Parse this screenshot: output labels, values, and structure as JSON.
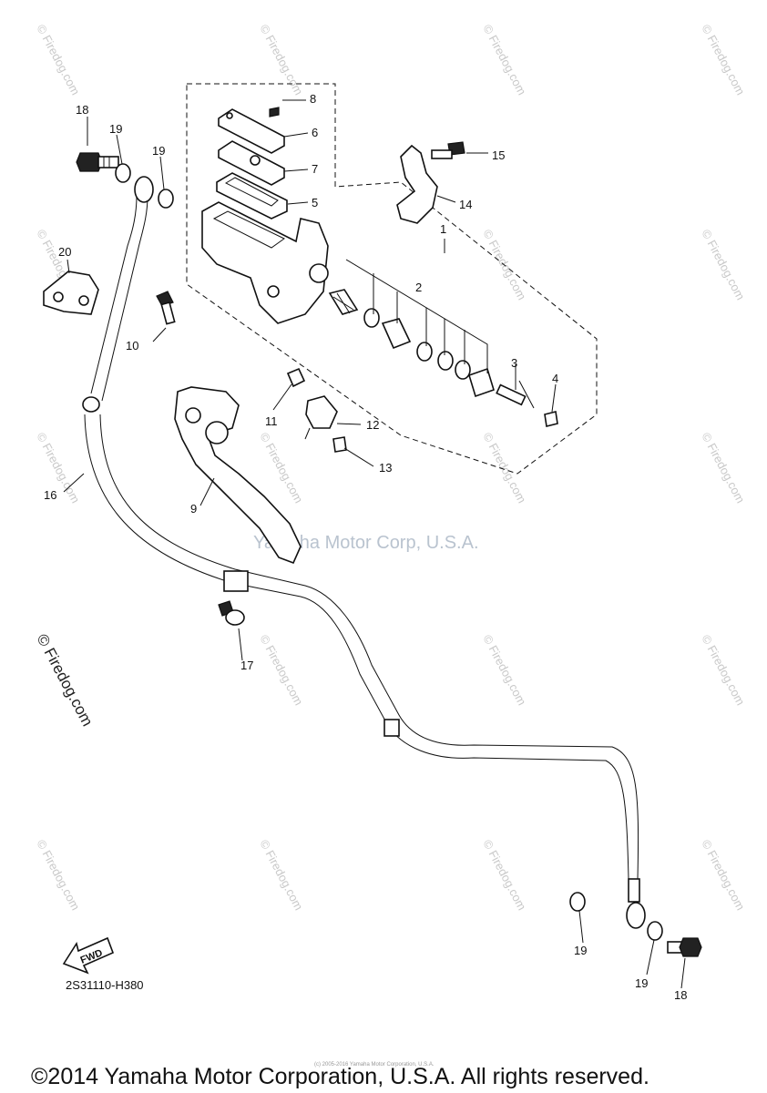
{
  "callouts": [
    {
      "id": "c1",
      "text": "1"
    },
    {
      "id": "c2",
      "text": "2"
    },
    {
      "id": "c3",
      "text": "3"
    },
    {
      "id": "c4",
      "text": "4"
    },
    {
      "id": "c5",
      "text": "5"
    },
    {
      "id": "c6",
      "text": "6"
    },
    {
      "id": "c7",
      "text": "7"
    },
    {
      "id": "c8",
      "text": "8"
    },
    {
      "id": "c9",
      "text": "9"
    },
    {
      "id": "c10",
      "text": "10"
    },
    {
      "id": "c11",
      "text": "11"
    },
    {
      "id": "c12",
      "text": "12"
    },
    {
      "id": "c13",
      "text": "13"
    },
    {
      "id": "c14",
      "text": "14"
    },
    {
      "id": "c15",
      "text": "15"
    },
    {
      "id": "c16",
      "text": "16"
    },
    {
      "id": "c17",
      "text": "17"
    },
    {
      "id": "c18a",
      "text": "18"
    },
    {
      "id": "c18b",
      "text": "18"
    },
    {
      "id": "c19a",
      "text": "19"
    },
    {
      "id": "c19b",
      "text": "19"
    },
    {
      "id": "c19c",
      "text": "19"
    },
    {
      "id": "c19d",
      "text": "19"
    },
    {
      "id": "c20",
      "text": "20"
    }
  ],
  "watermark_text": "© Firedog.com",
  "brand_watermark": "Yamaha Motor Corp, U.S.A.",
  "side_watermark": "© Firedog.com",
  "diagram_code": "2S31110-H380",
  "fwd_label": "FWD",
  "footer_copyright": "©2014 Yamaha Motor Corporation, U.S.A. All rights reserved.",
  "footer_fine_print": "(c) 2005-2016 Yamaha Motor Corporation, U.S.A.",
  "colors": {
    "line": "#111111",
    "watermark": "#c9c9c9",
    "brand_watermark": "#b9c3cf",
    "background": "#ffffff"
  }
}
